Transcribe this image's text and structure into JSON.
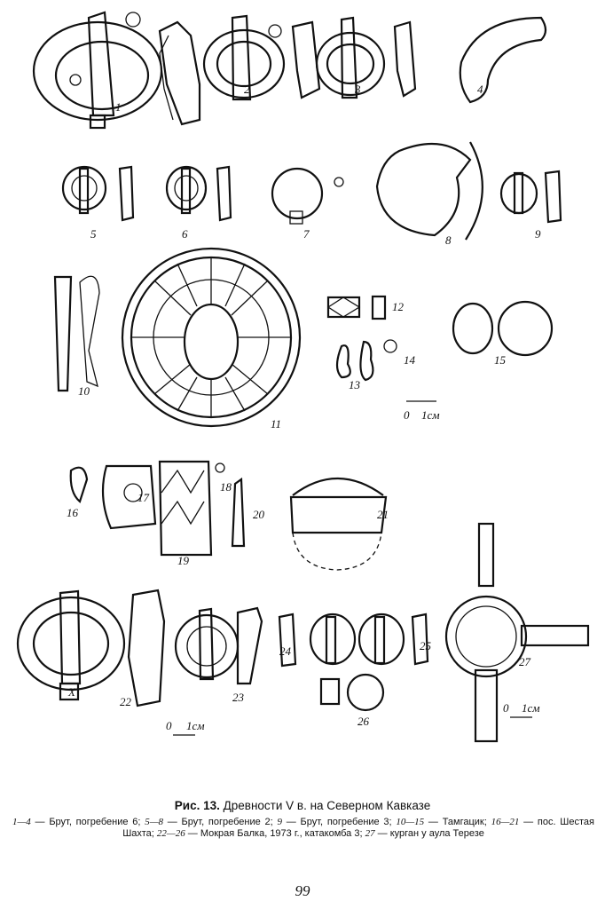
{
  "figure": {
    "labels": {
      "n1": "1",
      "n2": "2",
      "n3": "3",
      "n4": "4",
      "n5": "5",
      "n6": "6",
      "n7": "7",
      "n8": "8",
      "n9": "9",
      "n10": "10",
      "n11": "11",
      "n12": "12",
      "n13": "13",
      "n14": "14",
      "n15": "15",
      "n16": "16",
      "n17": "17",
      "n18": "18",
      "n19": "19",
      "n20": "20",
      "n21": "21",
      "n22": "22",
      "n23": "23",
      "n24": "24",
      "n25": "25",
      "n26": "26",
      "n27": "27"
    },
    "scales": {
      "zero": "0",
      "unit": "1см"
    },
    "buckle_mark": "X"
  },
  "caption": {
    "prefix": "Рис. 13.",
    "title": "Древности V в. на Северном Кавказе",
    "items": [
      {
        "range": "1—4",
        "text": " — Брут, погребение 6; "
      },
      {
        "range": "5—8",
        "text": " — Брут, погребение 2; "
      },
      {
        "range": "9",
        "text": " — Брут, погребение 3; "
      },
      {
        "range": "10—15",
        "text": " — Тамгацик; "
      },
      {
        "range": "16—21",
        "text": " — пос. Шестая Шахта; "
      },
      {
        "range": "22—26",
        "text": " — Мокрая Балка, 1973 г., катакомба 3; "
      },
      {
        "range": "27",
        "text": " — курган у аула Терезе"
      }
    ]
  },
  "page_number": "99"
}
